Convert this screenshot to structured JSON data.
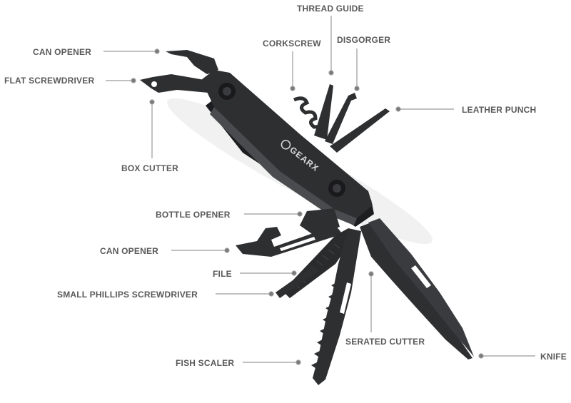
{
  "brand": {
    "logo_text": "GEARX"
  },
  "colors": {
    "label": "#595959",
    "leader": "#9a9a9a",
    "tool": "#2e2f31",
    "tool_dark": "#1d1e20",
    "tool_light": "#4a4b4e"
  },
  "labels": {
    "thread_guide": "THREAD GUIDE",
    "corkscrew": "CORKSCREW",
    "disgorger": "DISGORGER",
    "can_opener_top": "CAN OPENER",
    "flat_screwdriver": "FLAT SCREWDRIVER",
    "leather_punch": "LEATHER PUNCH",
    "box_cutter": "BOX CUTTER",
    "bottle_opener": "BOTTLE OPENER",
    "can_opener_mid": "CAN OPENER",
    "file": "FILE",
    "small_phillips": "SMALL PHILLIPS SCREWDRIVER",
    "serated_cutter": "SERATED CUTTER",
    "fish_scaler": "FISH SCALER",
    "knife": "KNIFE"
  }
}
